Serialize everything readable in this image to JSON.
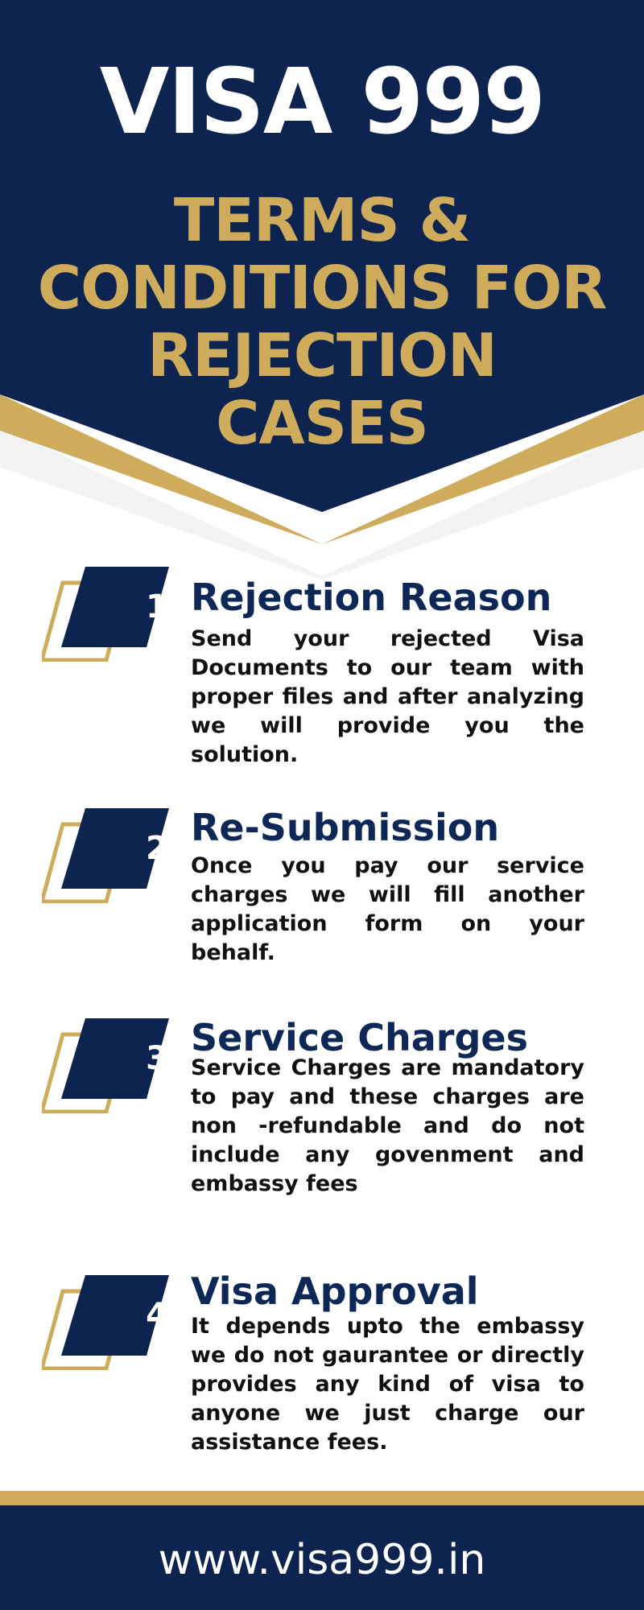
{
  "header": {
    "brand": "VISA 999",
    "subtitle": "TERMS & CONDITIONS FOR REJECTION CASES"
  },
  "steps": [
    {
      "number": "1",
      "title": "Rejection Reason",
      "text": "Send your rejected Visa Documents to our team with proper files and after analyzing we will provide you the solution."
    },
    {
      "number": "2",
      "title": "Re-Submission",
      "text": "Once you pay our service charges we will fill another application form on your behalf."
    },
    {
      "number": "3",
      "title": "Service Charges",
      "text": "Service Charges are mandatory to pay and these charges are non -refundable and do not include any govenment and embassy fees"
    },
    {
      "number": "4",
      "title": "Visa Approval",
      "text": "It depends upto the embassy we do not gaurantee or directly provides any kind of visa to anyone we just charge our assistance fees."
    }
  ],
  "footer": {
    "url": "www.visa999.in"
  },
  "colors": {
    "navy": "#0d2350",
    "gold": "#cfab5c",
    "text": "#111111",
    "heading": "#0d2856"
  }
}
